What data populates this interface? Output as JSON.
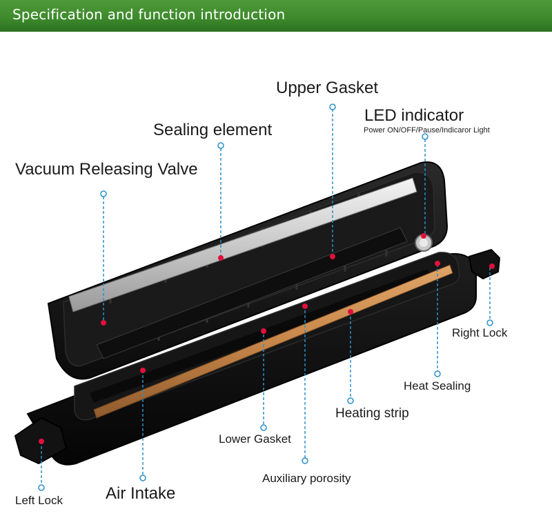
{
  "header": {
    "title": "Specification and function introduction"
  },
  "labels": {
    "upper_gasket": "Upper Gasket",
    "led_indicator": "LED indicator",
    "led_subtext": "Power ON/OFF/Pause/Indicaror Light",
    "sealing_element": "Sealing element",
    "vacuum_releasing_valve": "Vacuum Releasing Valve",
    "right_lock": "Right Lock",
    "heat_sealing": "Heat Sealing",
    "heating_strip": "Heating strip",
    "lower_gasket": "Lower Gasket",
    "auxiliary_porosity": "Auxiliary porosity",
    "left_lock": "Left Lock",
    "air_intake": "Air Intake"
  },
  "colors": {
    "header_green": "#3d8a2c",
    "leader_blue": "#2a8fc9",
    "marker_red": "#e0103c",
    "device_black": "#141414",
    "heating_strip_copper": "#c8874a"
  }
}
